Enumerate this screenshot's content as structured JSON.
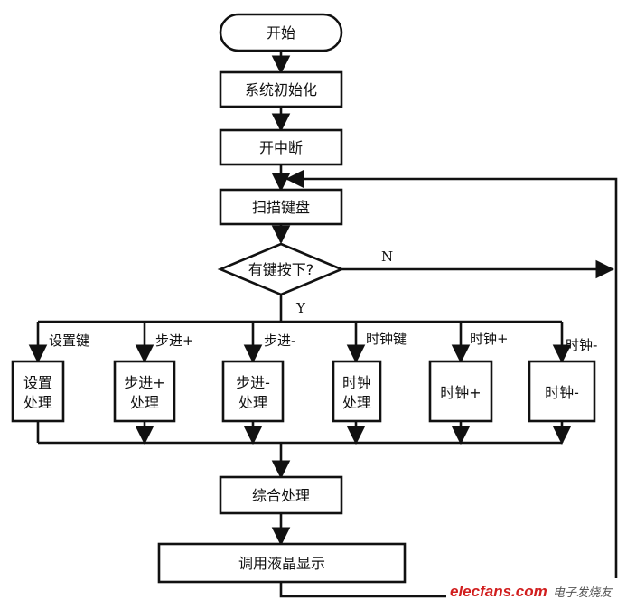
{
  "nodes": {
    "start": "开始",
    "init": "系统初始化",
    "interrupt": "开中断",
    "scan": "扫描键盘",
    "decision": "有键按下?",
    "process_set": [
      "设置",
      "处理"
    ],
    "process_step_plus": [
      "步进+",
      "处理"
    ],
    "process_step_minus": [
      "步进-",
      "处理"
    ],
    "process_clock_key": [
      "时钟",
      "处理"
    ],
    "process_clock_plus": "时钟+",
    "process_clock_minus": "时钟-",
    "combine": "综合处理",
    "display": "调用液晶显示"
  },
  "edge_labels": {
    "no": "N",
    "yes": "Y",
    "branch_set": "设置键",
    "branch_step_plus": "步进+",
    "branch_step_minus": "步进-",
    "branch_clock_key": "时钟键",
    "branch_clock_plus": "时钟+",
    "branch_clock_minus": "时钟-"
  },
  "watermark": {
    "site": "elecfans.com",
    "name": "电子发烧友"
  },
  "colors": {
    "line": "#111111",
    "watermark_site": "#d11e1e"
  }
}
